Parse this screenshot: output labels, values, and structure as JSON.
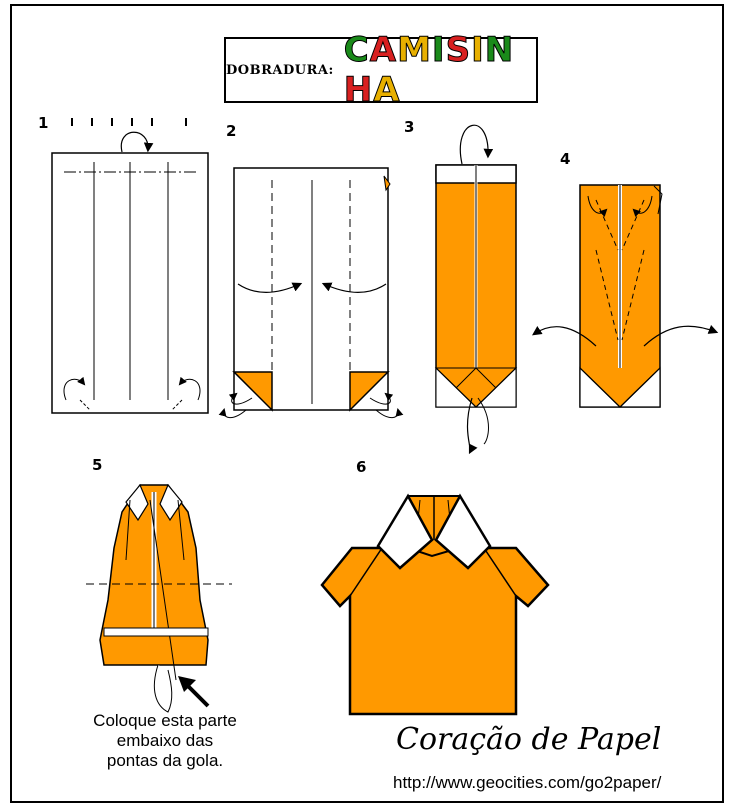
{
  "title": {
    "prefix": "DOBRADURA:",
    "main": "CAMISINHA",
    "letter_colors": [
      "#1a8a1a",
      "#d82020",
      "#e8b000",
      "#1a8a1a",
      "#d82020",
      "#e8b000",
      "#1a8a1a",
      "#d82020",
      "#e8b000"
    ]
  },
  "steps": [
    "1",
    "2",
    "3",
    "4",
    "5",
    "6"
  ],
  "caption": [
    "Coloque esta parte",
    "embaixo das",
    "pontas da gola."
  ],
  "brand": "Coração de Papel",
  "url": "http://www.geocities.com/go2paper/",
  "colors": {
    "paper_orange": "#ff9900",
    "line": "#000000",
    "paper_white": "#ffffff"
  }
}
